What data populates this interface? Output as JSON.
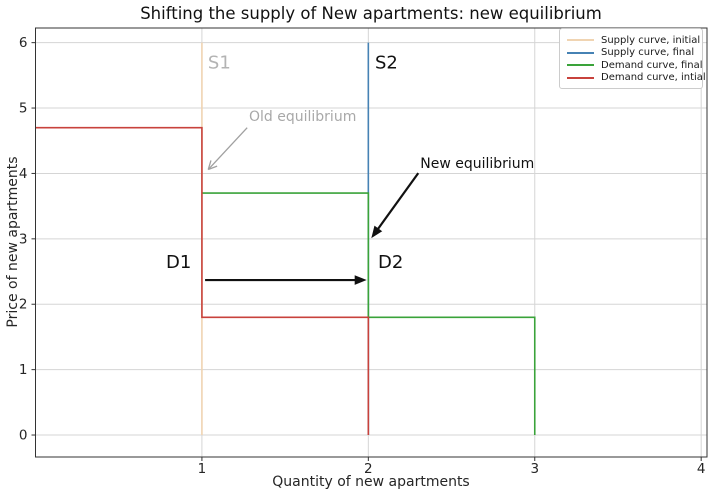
{
  "chart_data": {
    "type": "line",
    "title": "Shifting the supply of New apartments: new equilibrium",
    "xlabel": "Quantity of new apartments",
    "ylabel": "Price of new apartments",
    "xlim": [
      0,
      4.035
    ],
    "ylim": [
      -0.336,
      6.224
    ],
    "xticks": [
      1,
      2,
      3,
      4
    ],
    "yticks": [
      0,
      1,
      2,
      3,
      4,
      5,
      6
    ],
    "grid": true,
    "grid_color": "#d5d5d5",
    "spine_color": "#333333",
    "legend": {
      "position": "upper right",
      "entries": [
        {
          "label": "Supply curve, initial",
          "color": "#f0d4b2"
        },
        {
          "label": "Supply curve, final",
          "color": "#4682b4"
        },
        {
          "label": "Demand curve, final",
          "color": "#3aa33a"
        },
        {
          "label": "Demand curve, intial",
          "color": "#c8423c"
        }
      ]
    },
    "series": [
      {
        "name": "Supply curve, initial",
        "color": "#f0d4b2",
        "points": [
          [
            1,
            0
          ],
          [
            1,
            6
          ]
        ]
      },
      {
        "name": "Supply curve, final",
        "color": "#4682b4",
        "points": [
          [
            2,
            0
          ],
          [
            2,
            6
          ]
        ]
      },
      {
        "name": "Demand curve, final",
        "color": "#3aa33a",
        "points": [
          [
            1,
            3.7
          ],
          [
            2,
            3.7
          ],
          [
            2,
            1.8
          ],
          [
            3,
            1.8
          ],
          [
            3,
            0
          ]
        ]
      },
      {
        "name": "Demand curve, intial",
        "color": "#c8423c",
        "points": [
          [
            0,
            4.7
          ],
          [
            1,
            4.7
          ],
          [
            1,
            1.8
          ],
          [
            2,
            1.8
          ],
          [
            2,
            0
          ]
        ]
      }
    ],
    "equilibria": {
      "old": {
        "quantity": 1,
        "price": 4.0
      },
      "new": {
        "quantity": 2,
        "price": 3.0
      }
    },
    "annotations": {
      "texts": [
        {
          "id": "s1-label",
          "text": "S1",
          "x": 1.036,
          "y": 5.605,
          "color": "#b3b3b3",
          "size": 18
        },
        {
          "id": "s2-label",
          "text": "S2",
          "x": 2.04,
          "y": 5.605,
          "color": "#111111",
          "size": 18
        },
        {
          "id": "d1-label",
          "text": "D1",
          "x": 0.784,
          "y": 2.554,
          "color": "#111111",
          "size": 18
        },
        {
          "id": "d2-label",
          "text": "D2",
          "x": 2.058,
          "y": 2.554,
          "color": "#111111",
          "size": 18
        },
        {
          "id": "old-equilibrium-label",
          "text": "Old equilibrium",
          "x": 1.283,
          "y": 4.8,
          "color": "#a8a8a8",
          "size": 14
        },
        {
          "id": "new-equilibrium-label",
          "text": "New equilibrium",
          "x": 2.312,
          "y": 4.08,
          "color": "#111111",
          "size": 14
        }
      ],
      "arrows": [
        {
          "id": "old-equilibrium-arrow",
          "from": [
            1.272,
            4.7
          ],
          "to": [
            1.038,
            4.06
          ],
          "color": "#a0a0a0",
          "width": 1.3,
          "head": "open"
        },
        {
          "id": "new-equilibrium-arrow",
          "from": [
            2.3,
            4.005
          ],
          "to": [
            2.018,
            3.01
          ],
          "color": "#111111",
          "width": 2.2,
          "head": "filled"
        },
        {
          "id": "demand-shift-arrow",
          "from": [
            1.019,
            2.37
          ],
          "to": [
            1.99,
            2.37
          ],
          "color": "#111111",
          "width": 2.2,
          "head": "filled"
        }
      ]
    }
  }
}
